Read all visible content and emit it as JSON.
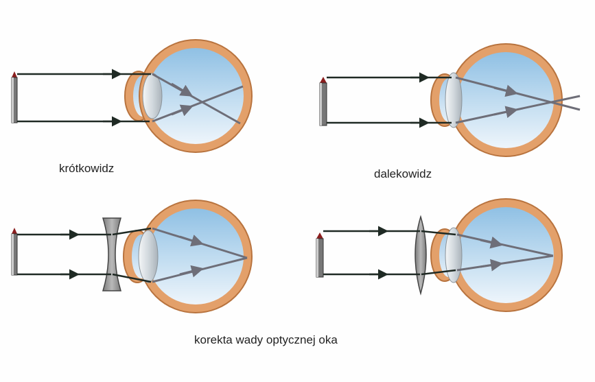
{
  "labels": {
    "myopia": "krótkowidz",
    "hyperopia": "dalekowidz",
    "correction": "korekta wady optycznej oka"
  },
  "colors": {
    "sclera": "#e3a06a",
    "sclera_edge": "#b8733e",
    "eye_inner_top": "#9cc7e6",
    "eye_inner_bottom": "#e9f3fa",
    "lens": "#d6dde2",
    "ray_outside": "#1f2a24",
    "ray_inside": "#6e6e78",
    "corrective_lens": "#9a9a9a"
  }
}
